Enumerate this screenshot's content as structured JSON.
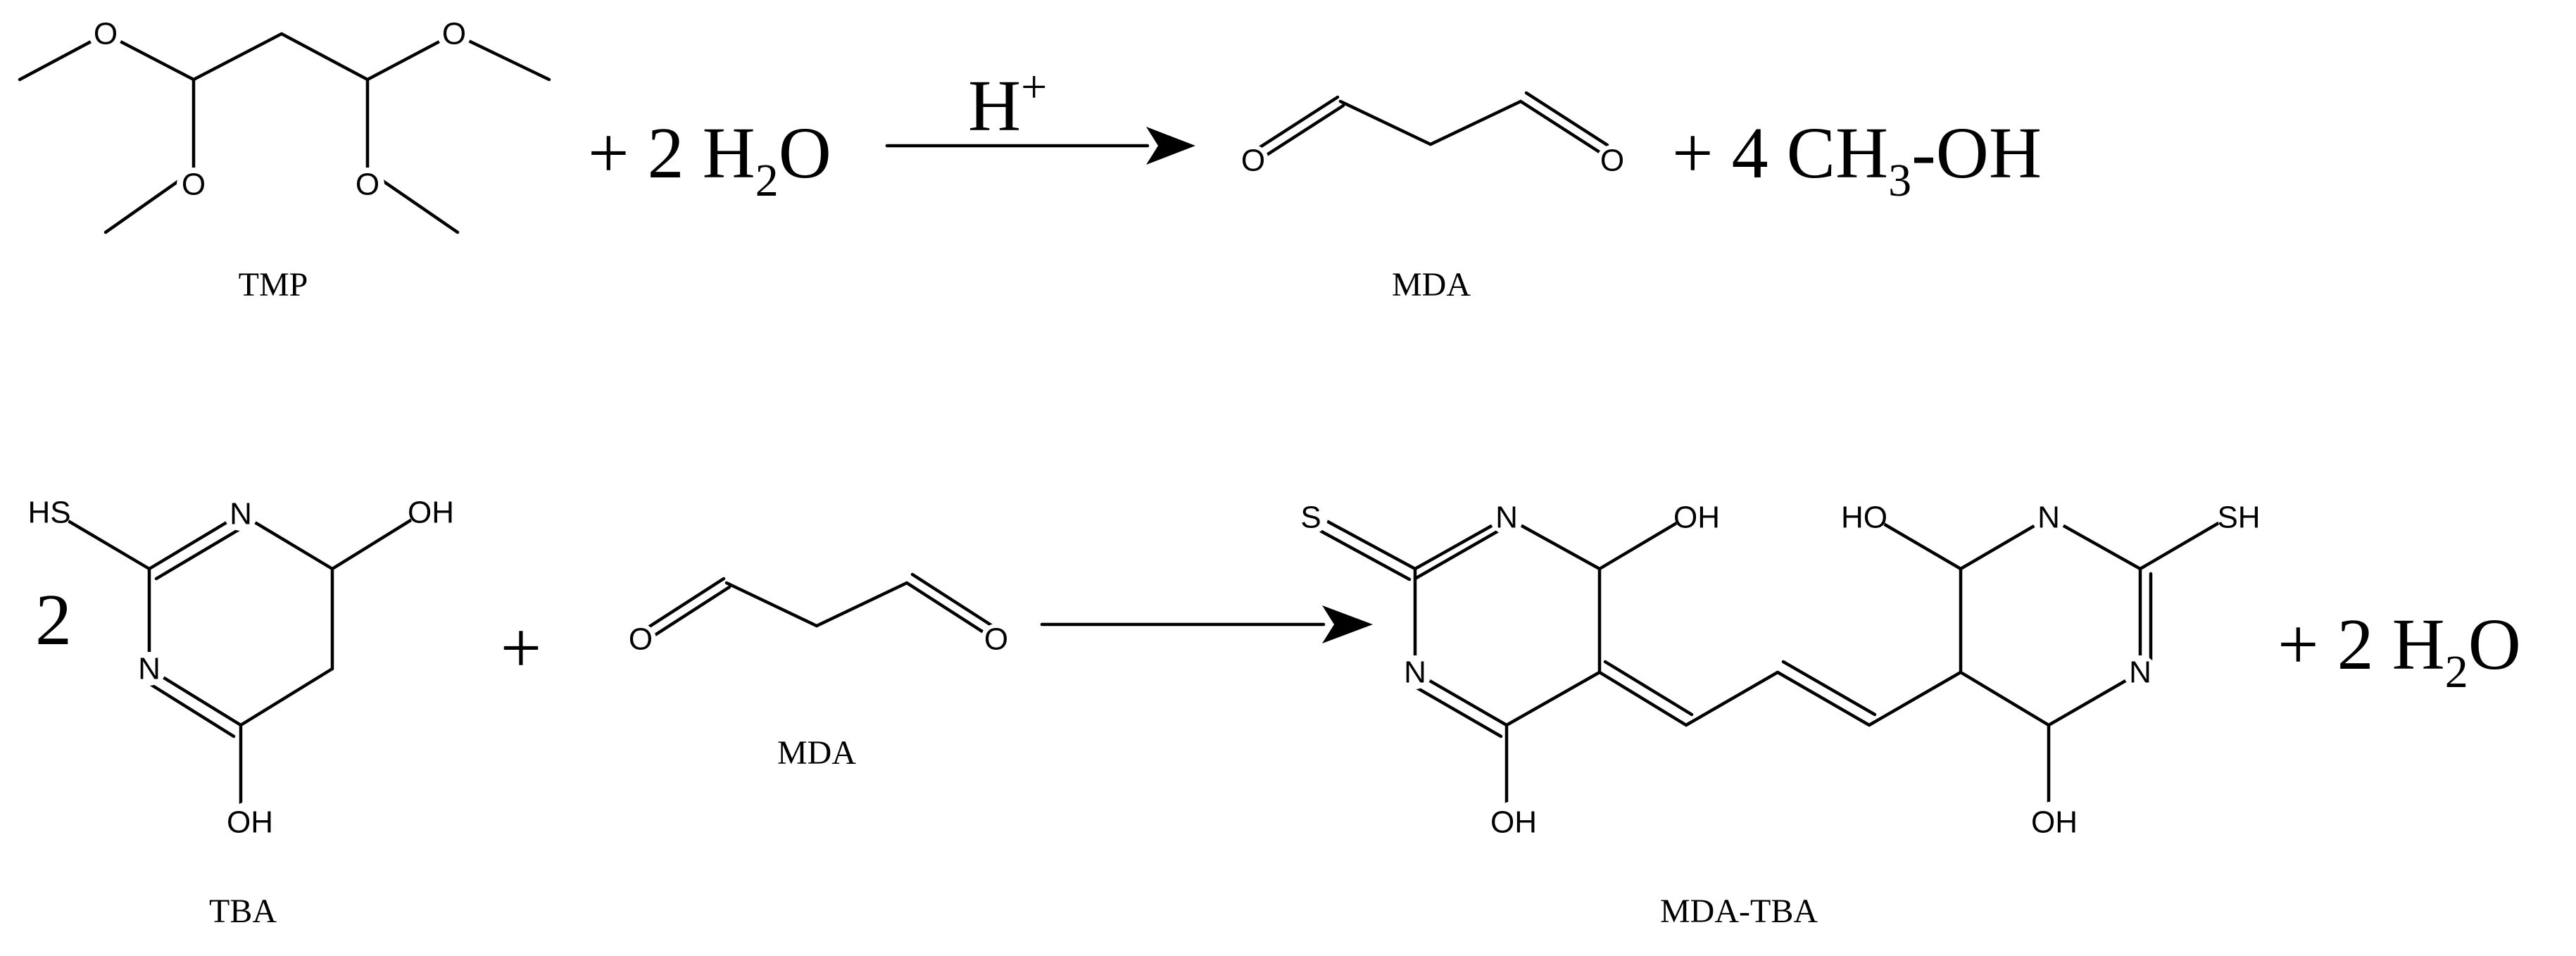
{
  "reaction1": {
    "reactant_label": "TMP",
    "plus_water": "+ 2 H",
    "water_sub": "2",
    "water_tail": "O",
    "catalyst": "H",
    "catalyst_sup": "+",
    "product_label": "MDA",
    "methanol_prefix": "+ 4 CH",
    "methanol_sub": "3",
    "methanol_tail": "-OH",
    "methoxy": "O",
    "carbonyl": "O"
  },
  "reaction2": {
    "coefficient": "2",
    "tba_label": "TBA",
    "tba_sh": "HS",
    "tba_n": "N",
    "tba_oh": "OH",
    "plus": "+",
    "mda_label": "MDA",
    "carbonyl": "O",
    "product_label": "MDA-TBA",
    "product_s": "S",
    "product_n": "N",
    "product_oh": "OH",
    "product_ho": "HO",
    "product_sh": "SH",
    "water_prefix": "+ 2 H",
    "water_sub": "2",
    "water_tail": "O"
  }
}
